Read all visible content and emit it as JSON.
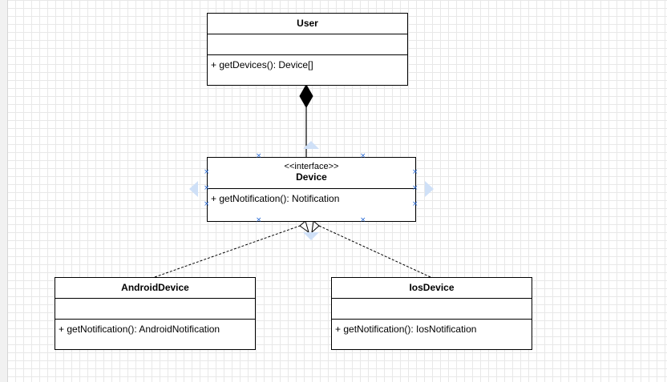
{
  "diagram": {
    "classes": {
      "user": {
        "name": "User",
        "methods": [
          "+ getDevices(): Device[]"
        ]
      },
      "device": {
        "stereotype": "<<interface>>",
        "name": "Device",
        "methods": [
          "+ getNotification(): Notification"
        ]
      },
      "android_device": {
        "name": "AndroidDevice",
        "methods": [
          "+ getNotification(): AndroidNotification"
        ]
      },
      "ios_device": {
        "name": "IosDevice",
        "methods": [
          "+ getNotification(): IosNotification"
        ]
      }
    },
    "relations": [
      {
        "type": "composition",
        "from": "User",
        "to": "Device"
      },
      {
        "type": "realization",
        "from": "AndroidDevice",
        "to": "Device"
      },
      {
        "type": "realization",
        "from": "IosDevice",
        "to": "Device"
      }
    ],
    "selected": "Device",
    "colors": {
      "grid": "#e8e8e8",
      "selection": "#2a6bd6",
      "hover_arrow": "#cfe0f7"
    },
    "icons": {
      "handle": "x-handle-icon",
      "hover_arrow": "triangle-arrow-icon"
    }
  }
}
